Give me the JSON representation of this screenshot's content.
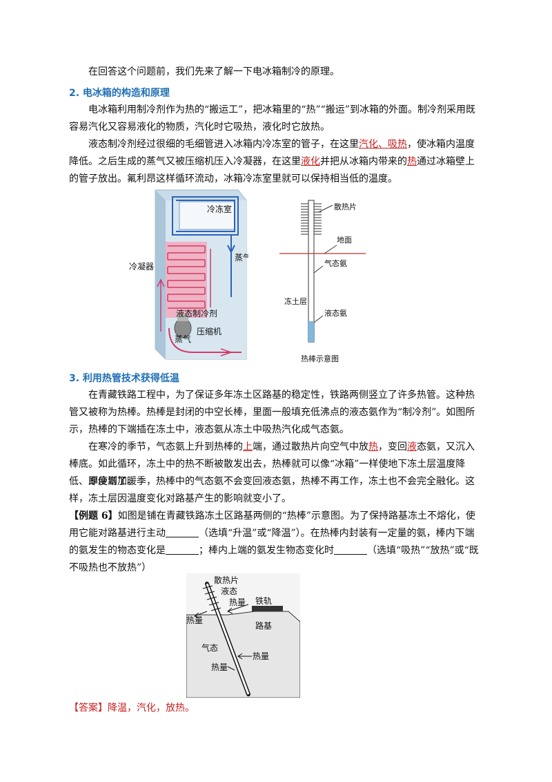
{
  "intro": "在回答这个问题前，我们先来了解一下电冰箱制冷的原理。",
  "section2": {
    "heading": "2. 电冰箱的构造和原理",
    "p1": "电冰箱利用制冷剂作为热的“搬运工”，把冰箱里的“热”“搬运”到冰箱的外面。制冷剂采用既容易汽化又容易液化的物质，汽化时它吸热，液化时它放热。",
    "p2_a": "液态制冷剂经过很细的毛细管进入冰箱内冷冻室的管子，在这里",
    "p2_r1": "汽化、吸热",
    "p2_b": "，使冰箱内温度降低。之后生成的蒸气又被压缩机压入冷凝器，在这里",
    "p2_r2": "液化",
    "p2_c": "并把从冰箱内带来的",
    "p2_r3": "热",
    "p2_d": "通过冰箱壁上的管子放出。氟利昂这样循环流动，冰箱冷冻室里就可以保持相当低的温度。"
  },
  "fridge": {
    "freezer": "冷冻室",
    "steam": "蒸气",
    "condenser": "冷凝器",
    "liquid_refrigerant": "液态制冷剂",
    "steam2": "蒸气",
    "compressor": "压缩机"
  },
  "heatpipe1": {
    "fins": "散热片",
    "ground": "地面",
    "gas_ammonia": "气态氨",
    "frozen_soil": "冻土层",
    "liquid_ammonia": "液态氨",
    "caption": "热棒示意图"
  },
  "section3": {
    "heading": "3. 利用热管技术获得低温",
    "p1": "在青藏铁路工程中，为了保证多年冻土区路基的稳定性，铁路两侧竖立了许多热管。这种热管又被称为热棒。热棒是封闭的中空长棒，里面一般填充低沸点的液态氨作为“制冷剂”。如图所示，热棒的下端插在冻土中，液态氨从冻土中吸热汽化成气态氨。",
    "p2_a": "在寒冷的季节，气态氨上升到热棒的",
    "p2_r1": "上",
    "p2_b": "端，通过散热片向空气中放",
    "p2_r2": "热",
    "p2_c": "，变回",
    "p2_r3": "液",
    "p2_d": "态氨，又沉入棒底。如此循环，冻土中的热不断被散发出去，热棒就可以像“冰箱”一样使地下冻土层温度降低、厚度增加。",
    "p3": "即使到了暖季，热棒中的气态氨不会变回液态氨，热棒不再工作，冻土也不会完全融化。这样，冻土层因温度变化对路基产生的影响就变小了。"
  },
  "example": {
    "label": "【例题 6】",
    "t1": "如图是铺在青藏铁路冻土区路基两侧的“热棒”示意图。为了保持路基冻土不熔化，使用它能对路基进行主动",
    "t2": "（选填“升温”或“降温”）。在热棒内封装有一定量的氨，棒内下端的氨发生的物态变化是",
    "t3": "；棒内上端的氨发生物态变化时",
    "t4": "（选填“吸热”“放热”或“既不吸热也不放热”）"
  },
  "roadbed": {
    "fins": "散热片",
    "liquid": "液态",
    "heat_top": "热量",
    "rail": "铁轨",
    "heat_left": "热量",
    "roadbed": "路基",
    "gas": "气态",
    "heat_mid": "热量",
    "heat_low": "热量"
  },
  "answer": {
    "label": "【答案】",
    "text": "降温，汽化，放热。"
  },
  "colors": {
    "heading": "#1f6fb4",
    "answer": "#c81e1e"
  }
}
